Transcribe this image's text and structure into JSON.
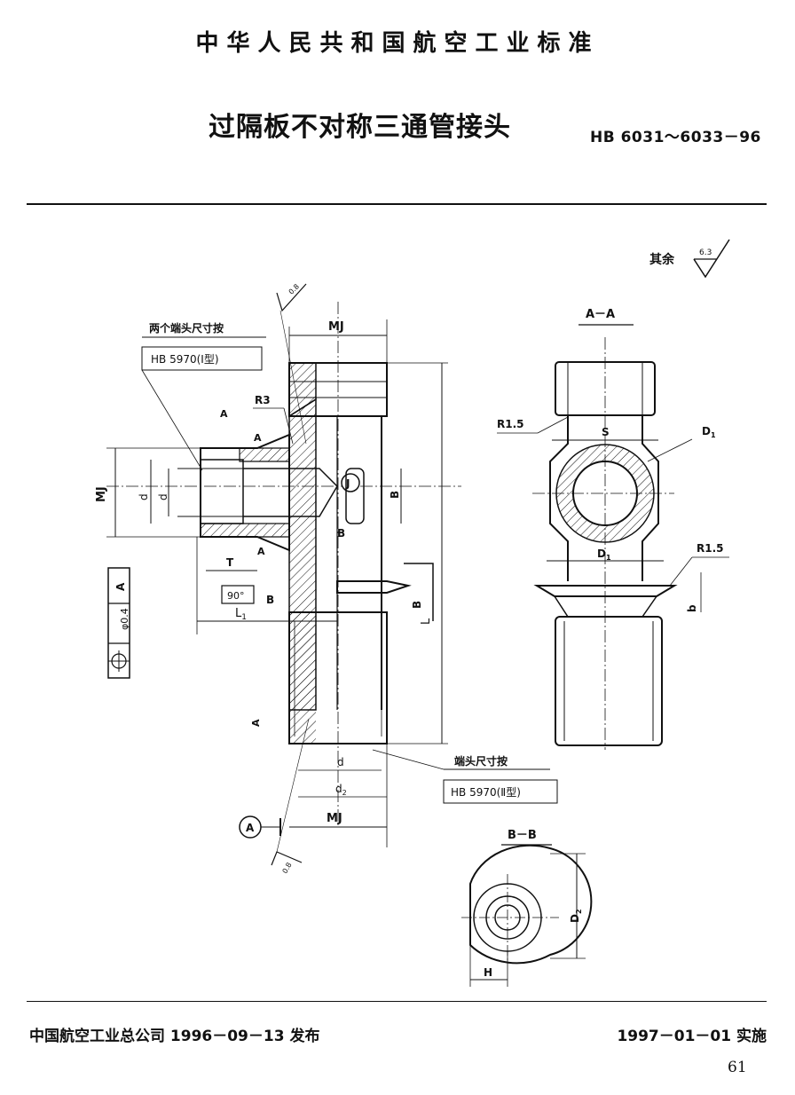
{
  "header": {
    "standard_name": "中华人民共和国航空工业标准",
    "title": "过隔板不对称三通管接头",
    "code": "HB 6031～6033－96"
  },
  "drawing": {
    "roughness_note": "其余",
    "roughness_value": "6.3",
    "roughness_value_lower": "0.8",
    "note_end_size": "两个端头尺寸按",
    "note_end_std": "HB 5970(Ⅰ型)",
    "note_end_size2": "端头尺寸按",
    "note_end_std2": "HB 5970(Ⅱ型)",
    "labels": {
      "MJ": "MJ",
      "R3": "R3",
      "A": "A",
      "B": "B",
      "d": "d",
      "d2": "d",
      "d2_sub": "2",
      "L": "L",
      "L1": "L",
      "L1_sub": "1",
      "T": "T",
      "angle90": "90°",
      "J": "J",
      "tol": "φ0.4",
      "datum": "A",
      "section_AA": "A－A",
      "section_BB": "B－B",
      "R15": "R1.5",
      "S": "S",
      "D1": "D",
      "D1_sub": "1",
      "D2": "D",
      "D2_sub": "2",
      "H": "H",
      "b": "b"
    }
  },
  "footer": {
    "issued": "中国航空工业总公司 1996－09－13 发布",
    "effective": "1997－01－01 实施",
    "page_number": "61"
  }
}
